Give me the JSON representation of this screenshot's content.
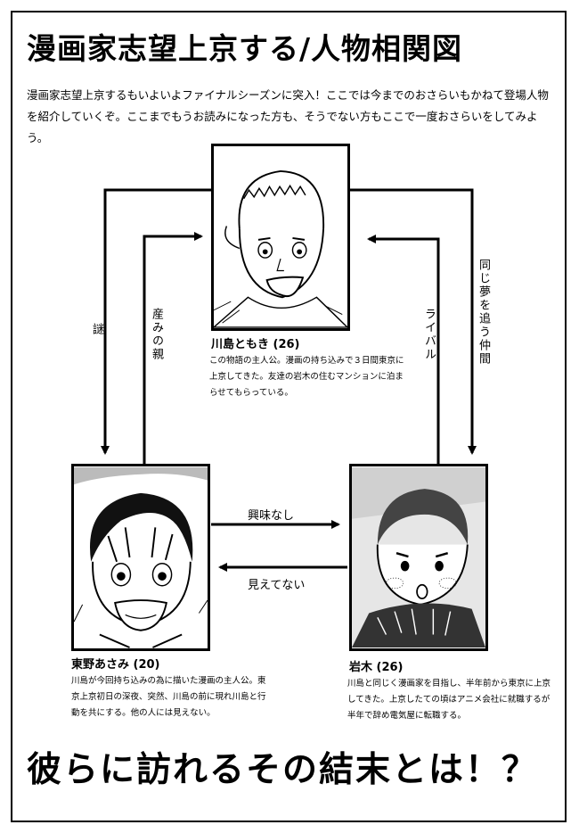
{
  "title": "漫画家志望上京する/人物相関図",
  "intro": "漫画家志望上京するもいよいよファイナルシーズンに突入！ここでは今までのおさらいもかねて登場人物を紹介していくぞ。ここまでもうお読みになった方も、そうでない方もここで一度おさらいをしてみよう。",
  "characters": {
    "kawashima": {
      "name": "川島ともき (26)",
      "description": "この物語の主人公。漫画の持ち込みで３日間東京に上京してきた。友達の岩木の住むマンションに泊まらせてもらっている。"
    },
    "higashino": {
      "name": "東野あさみ (20)",
      "description": "川島が今回持ち込みの為に描いた漫画の主人公。東京上京初日の深夜、突然、川島の前に現れ川島と行動を共にする。他の人には見えない。"
    },
    "iwaki": {
      "name": "岩木 (26)",
      "description": "川島と同じく漫画家を目指し、半年前から東京に上京してきた。上京したての頃はアニメ会社に就職するが半年で辞め電気屋に転職する。"
    }
  },
  "relations": {
    "nazo": "謎",
    "umi_no_oya": "産みの親",
    "rival": "ライバル",
    "onaji_yume": "同じ夢を追う仲間",
    "kyoumi_nashi": "興味なし",
    "mietenai": "見えてない"
  },
  "ending": "彼らに訪れるその結末とは！？"
}
